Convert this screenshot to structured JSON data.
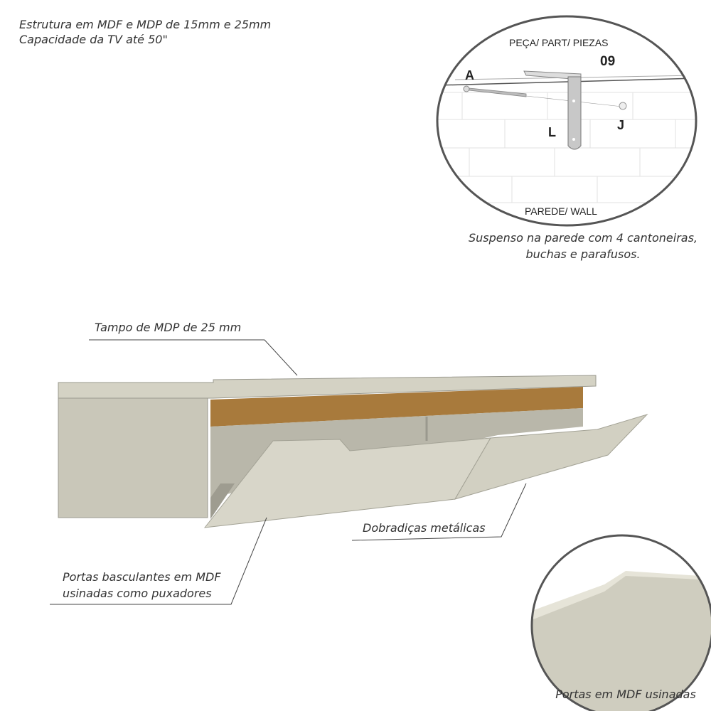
{
  "header": {
    "line1": "Estrutura em  MDF e MDP de  15mm e 25mm",
    "line2": "Capacidade da TV até 50\""
  },
  "detail_wall": {
    "part_title": "PEÇA/ PART/ PIEZAS",
    "part_number": "09",
    "label_a": "A",
    "label_l": "L",
    "label_j": "J",
    "wall_label": "PAREDE/ WALL",
    "caption_line1": "Suspenso na parede com 4 cantoneiras,",
    "caption_line2": "buchas e parafusos."
  },
  "callouts": {
    "top": "Tampo de MDP de 25 mm",
    "hinges": "Dobradiças metálicas",
    "doors_line1": "Portas basculantes em MDF",
    "doors_line2": "usinadas como puxadores",
    "detail_doors": "Portas em MDF usinadas"
  },
  "colors": {
    "body": "#c9c7b9",
    "wood": "#a87a3c",
    "outline": "#555555"
  }
}
